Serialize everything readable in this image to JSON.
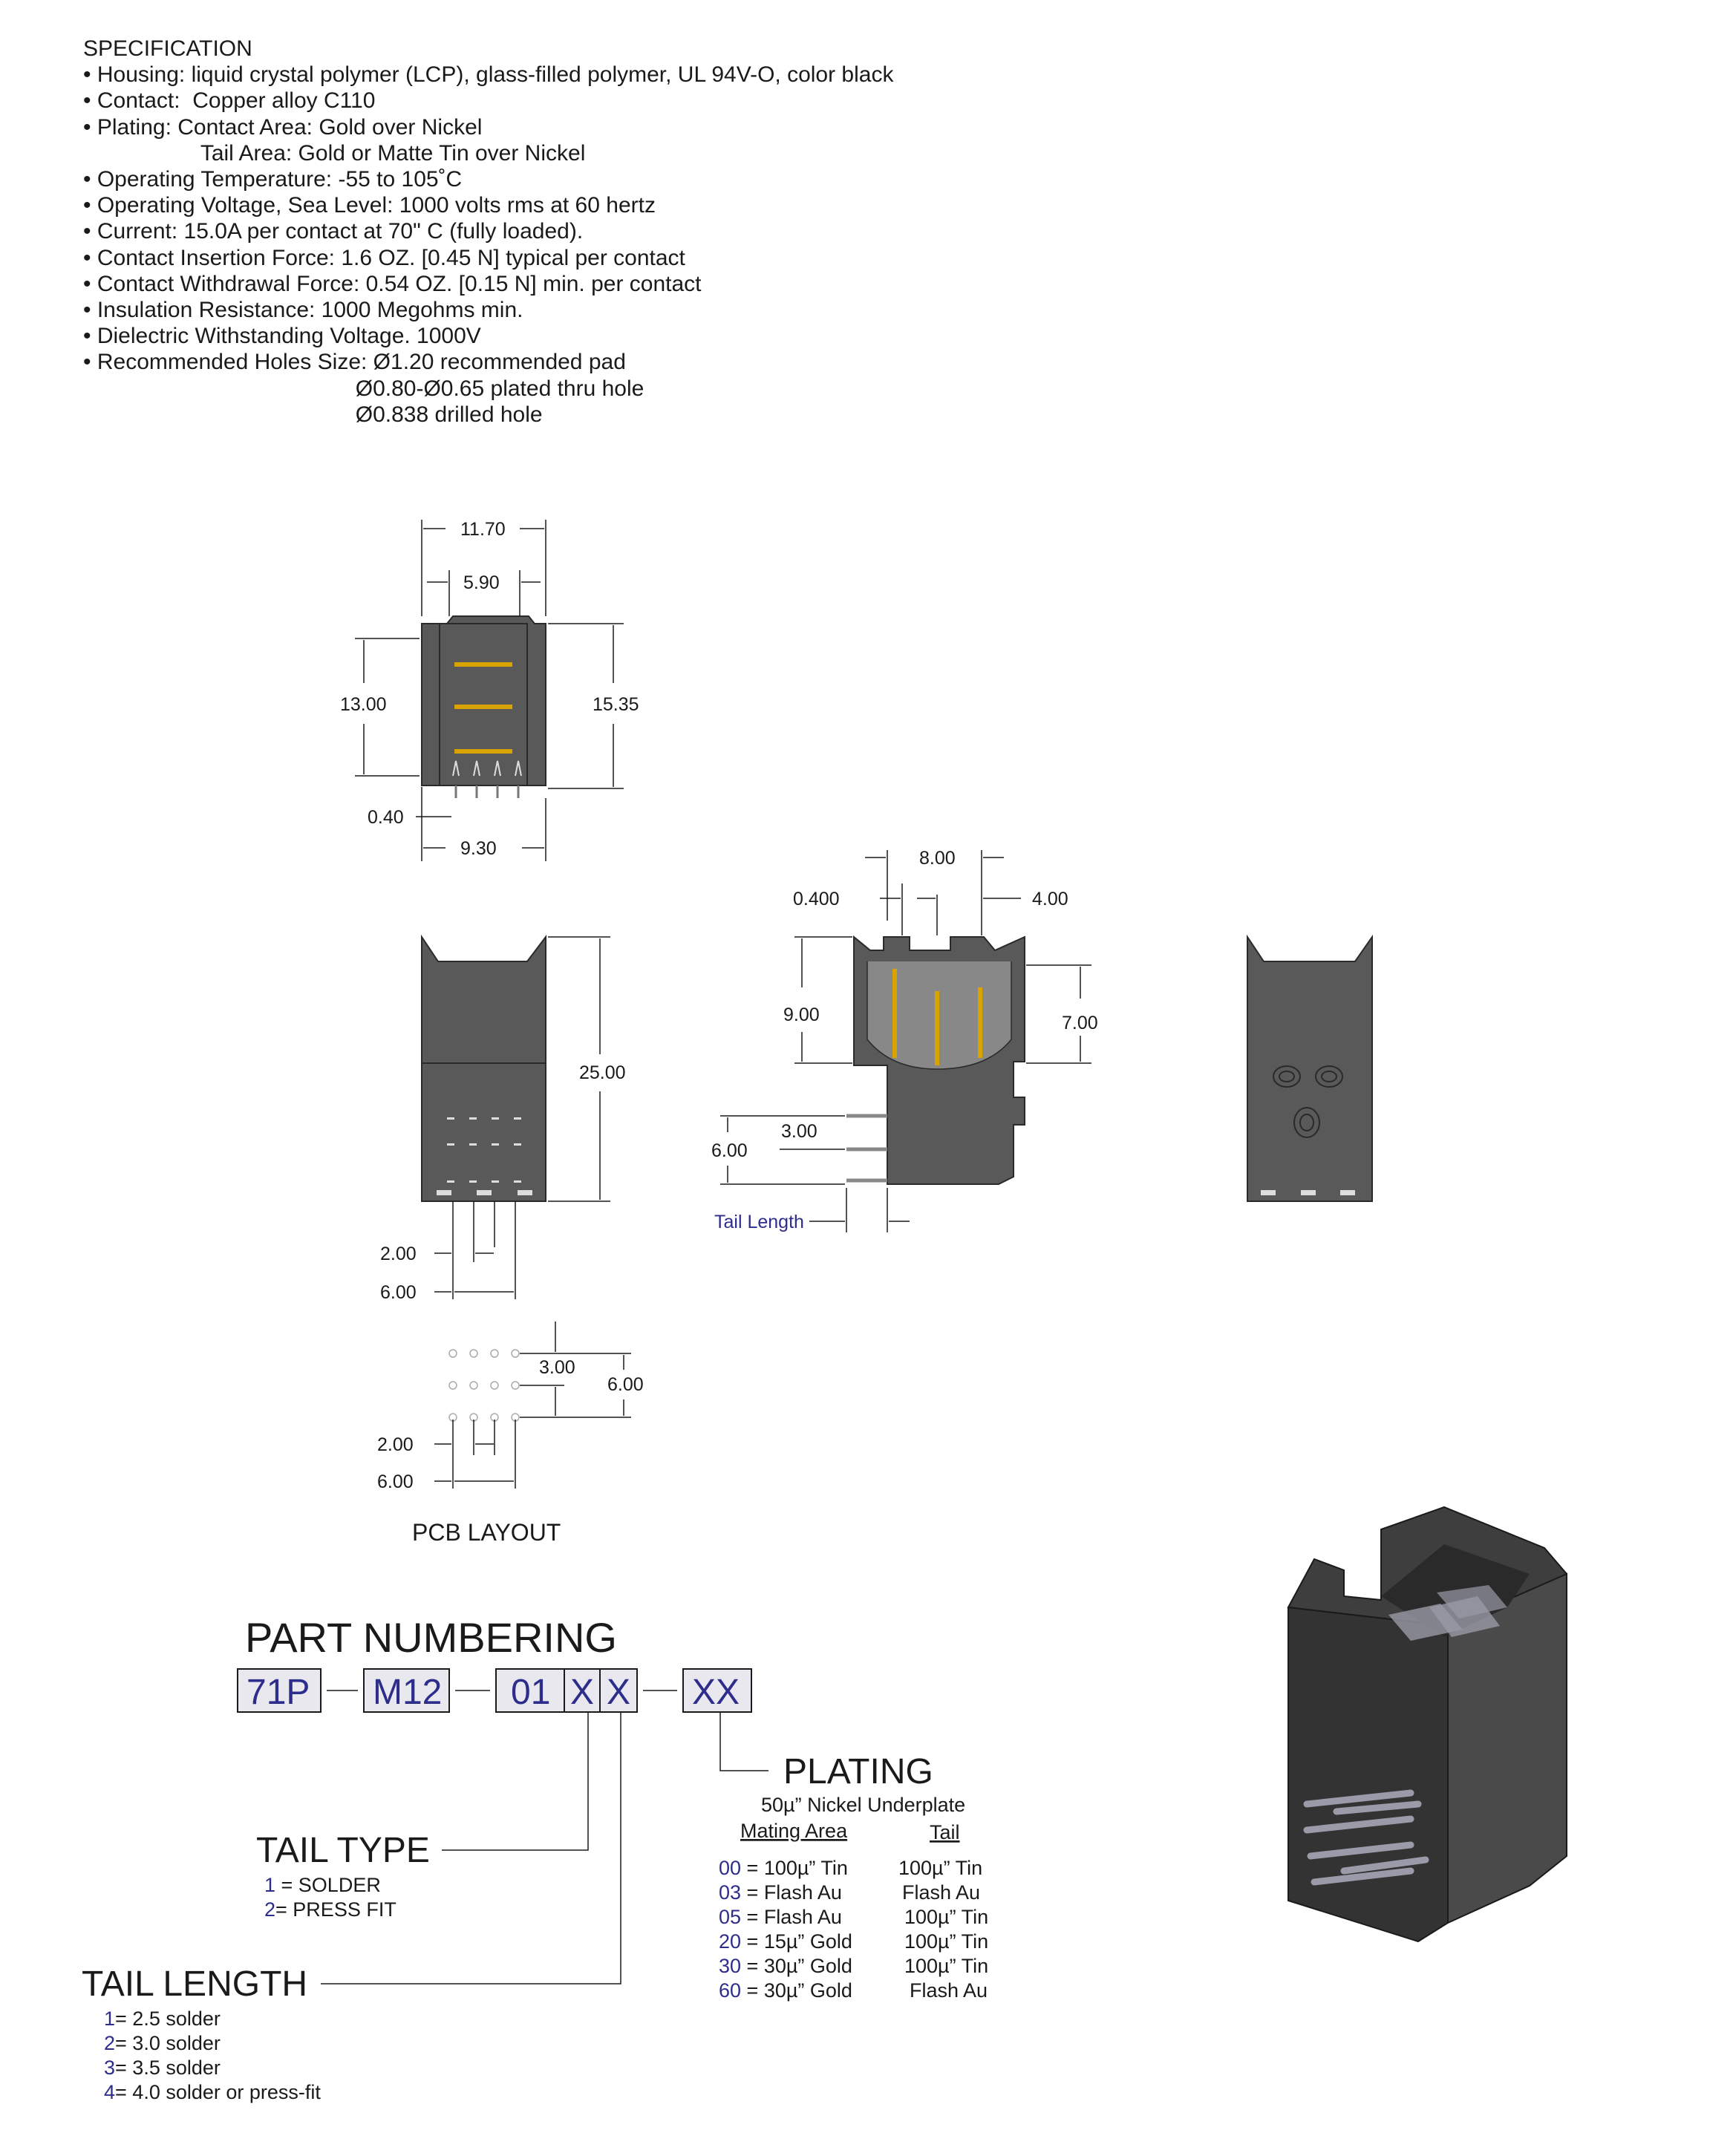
{
  "specification": {
    "title": "SPECIFICATION",
    "lines": [
      "• Housing: liquid crystal polymer (LCP), glass-filled polymer, UL 94V-O, color black",
      "• Contact:  Copper alloy C110",
      "• Plating: Contact Area: Gold over Nickel",
      "                   Tail Area: Gold or Matte Tin over Nickel",
      "• Operating Temperature: -55 to 105˚C",
      "• Operating Voltage, Sea Level: 1000 volts rms at 60 hertz",
      "• Current: 15.0A per contact at 70\" C (fully loaded).",
      "• Contact Insertion Force: 1.6 OZ. [0.45 N] typical per contact",
      "• Contact Withdrawal Force: 0.54 OZ. [0.15 N] min. per contact",
      "• Insulation Resistance: 1000 Megohms min.",
      "• Dielectric Withstanding Voltage. 1000V",
      "• Recommended Holes Size: Ø1.20 recommended pad",
      "                                            Ø0.80-Ø0.65 plated thru hole",
      "                                            Ø0.838 drilled hole"
    ]
  },
  "top_view": {
    "w_overall": "11.70",
    "w_inner": "5.90",
    "h_left": "13.00",
    "h_right": "15.35",
    "pin_w": "0.40",
    "pin_span": "9.30"
  },
  "front_view": {
    "height": "25.00",
    "pitch": "2.00",
    "span": "6.00"
  },
  "side_view": {
    "width": "8.00",
    "pin": "0.400",
    "offset": "4.00",
    "upper": "9.00",
    "right": "7.00",
    "row": "3.00",
    "total": "6.00",
    "tail_label": "Tail Length"
  },
  "pcb_layout": {
    "row_pitch": "3.00",
    "row_span": "6.00",
    "col_pitch": "2.00",
    "col_span": "6.00",
    "label": "PCB LAYOUT"
  },
  "part_numbering": {
    "title": "PART NUMBERING",
    "codes": [
      "71P",
      "M12",
      "01",
      "X",
      "X",
      "XX"
    ]
  },
  "tail_type": {
    "title": "TAIL TYPE",
    "options": [
      {
        "code": "1",
        "text": " = SOLDER"
      },
      {
        "code": "2",
        "text": "= PRESS FIT"
      }
    ]
  },
  "tail_length": {
    "title": "TAIL LENGTH",
    "options": [
      {
        "code": "1",
        "text": "= 2.5 solder"
      },
      {
        "code": "2",
        "text": "= 3.0 solder"
      },
      {
        "code": "3",
        "text": "= 3.5 solder"
      },
      {
        "code": "4",
        "text": "= 4.0 solder or press-fit"
      }
    ]
  },
  "plating": {
    "title": "PLATING",
    "subtitle": "50µ” Nickel Underplate",
    "col_mating": "Mating Area",
    "col_tail": "Tail",
    "rows": [
      {
        "code": "00",
        "mating": " = 100µ” Tin",
        "tail": "100µ” Tin"
      },
      {
        "code": "03",
        "mating": " = Flash Au",
        "tail": "Flash Au"
      },
      {
        "code": "05",
        "mating": " = Flash Au",
        "tail": "100µ” Tin"
      },
      {
        "code": "20",
        "mating": " = 15µ” Gold",
        "tail": "100µ” Tin"
      },
      {
        "code": "30",
        "mating": " = 30µ” Gold",
        "tail": "100µ” Tin"
      },
      {
        "code": "60",
        "mating": " = 30µ” Gold",
        "tail": "Flash Au"
      }
    ]
  },
  "colors": {
    "accent_code": "#2d2d8c",
    "contact_gold": "#d9a400",
    "housing": "#595959"
  }
}
